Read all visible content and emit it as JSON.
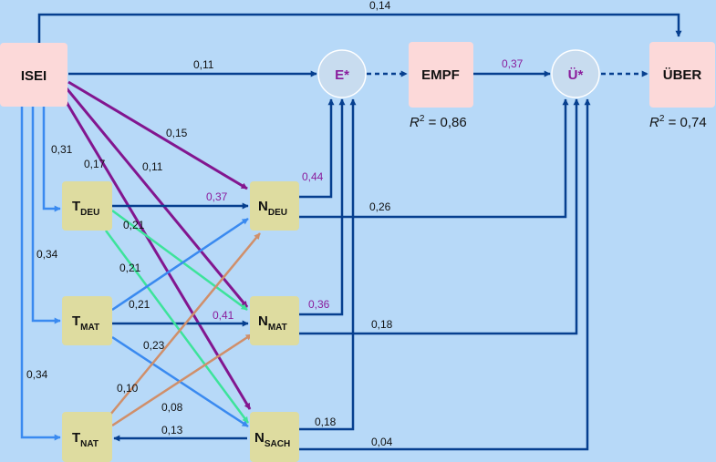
{
  "nodes": {
    "isei": "ISEI",
    "empf": "EMPF",
    "ueber": "ÜBER",
    "e_latent": "E*",
    "ue_latent": "Ü*",
    "t_deu": {
      "main": "T",
      "sub": "DEU"
    },
    "t_mat": {
      "main": "T",
      "sub": "MAT"
    },
    "t_nat": {
      "main": "T",
      "sub": "NAT"
    },
    "n_deu": {
      "main": "N",
      "sub": "DEU"
    },
    "n_mat": {
      "main": "N",
      "sub": "MAT"
    },
    "n_sach": {
      "main": "N",
      "sub": "SACH"
    }
  },
  "r2": {
    "empf": {
      "var": "R",
      "exp": "2",
      "value": " = 0,86"
    },
    "ueber": {
      "var": "R",
      "exp": "2",
      "value": " = 0,74"
    }
  },
  "coefficients": {
    "isei_ueber": "0,14",
    "isei_e": "0,11",
    "empf_ue": "0,37",
    "isei_ndeu": "0,15",
    "isei_nmat": "0,11",
    "isei_nsach": "0,17",
    "isei_tdeu": "0,31",
    "isei_tmat": "0,34",
    "isei_tnat": "0,34",
    "tdeu_ndeu": "0,37",
    "tdeu_nmat": "0,21",
    "tdeu_nsach": "0,21",
    "tmat_ndeu": "0,21",
    "tmat_nmat": "0,41",
    "tmat_nsach": "0,23",
    "tnat_ndeu": "0,10",
    "tnat_nmat": "0,08",
    "nsach_tnat": "0,13",
    "ndeu_e": "0,44",
    "nmat_e": "0,36",
    "nsach_e": "0,18",
    "ndeu_ue": "0,26",
    "nmat_ue": "0,18",
    "nsach_ue": "0,04"
  },
  "colors": {
    "background": "#b7d9f8",
    "dark_blue": "#063f8f",
    "light_blue": "#3a8af0",
    "purple": "#82168f",
    "green": "#3de39b",
    "orange": "#d08f6a",
    "isei_box": "#fcd9d9",
    "t_n_box": "#dedca0",
    "latent_circle": "#c8dcef",
    "coef_purple": "#8a1d9c"
  }
}
